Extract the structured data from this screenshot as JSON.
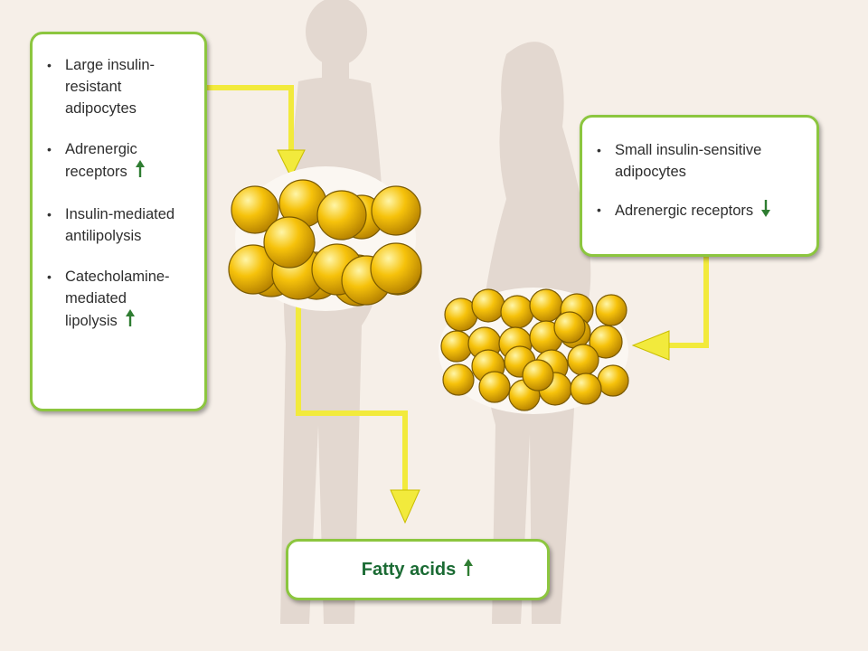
{
  "left_panel": {
    "items": [
      {
        "lines": [
          "Large insulin-",
          "resistant",
          "adipocytes"
        ],
        "indicator": "none"
      },
      {
        "lines": [
          "Adrenergic",
          "receptors"
        ],
        "indicator": "up-arrow-icon"
      },
      {
        "lines": [
          "Insulin-mediated",
          "antilipolysis"
        ],
        "indicator": "none"
      },
      {
        "lines": [
          "Catecholamine-",
          "mediated",
          "lipolysis"
        ],
        "indicator": "up-arrow-icon"
      }
    ]
  },
  "right_panel": {
    "items": [
      {
        "lines": [
          "Small insulin-sensitive",
          "adipocytes"
        ],
        "indicator": "none"
      },
      {
        "lines": [
          "Adrenergic receptors"
        ],
        "indicator": "down-arrow-icon"
      }
    ]
  },
  "result": {
    "label": "Fatty acids",
    "indicator": "up-arrow-icon"
  },
  "colors": {
    "background": "#f6efe8",
    "silhouette": "#e3d8d0",
    "box_border": "#8cc63f",
    "connector": "#f2ea3c",
    "indicator_arrow": "#2f7d32",
    "adipocyte": "#f6c20b",
    "adipocyte_outline": "#7a5a00"
  }
}
